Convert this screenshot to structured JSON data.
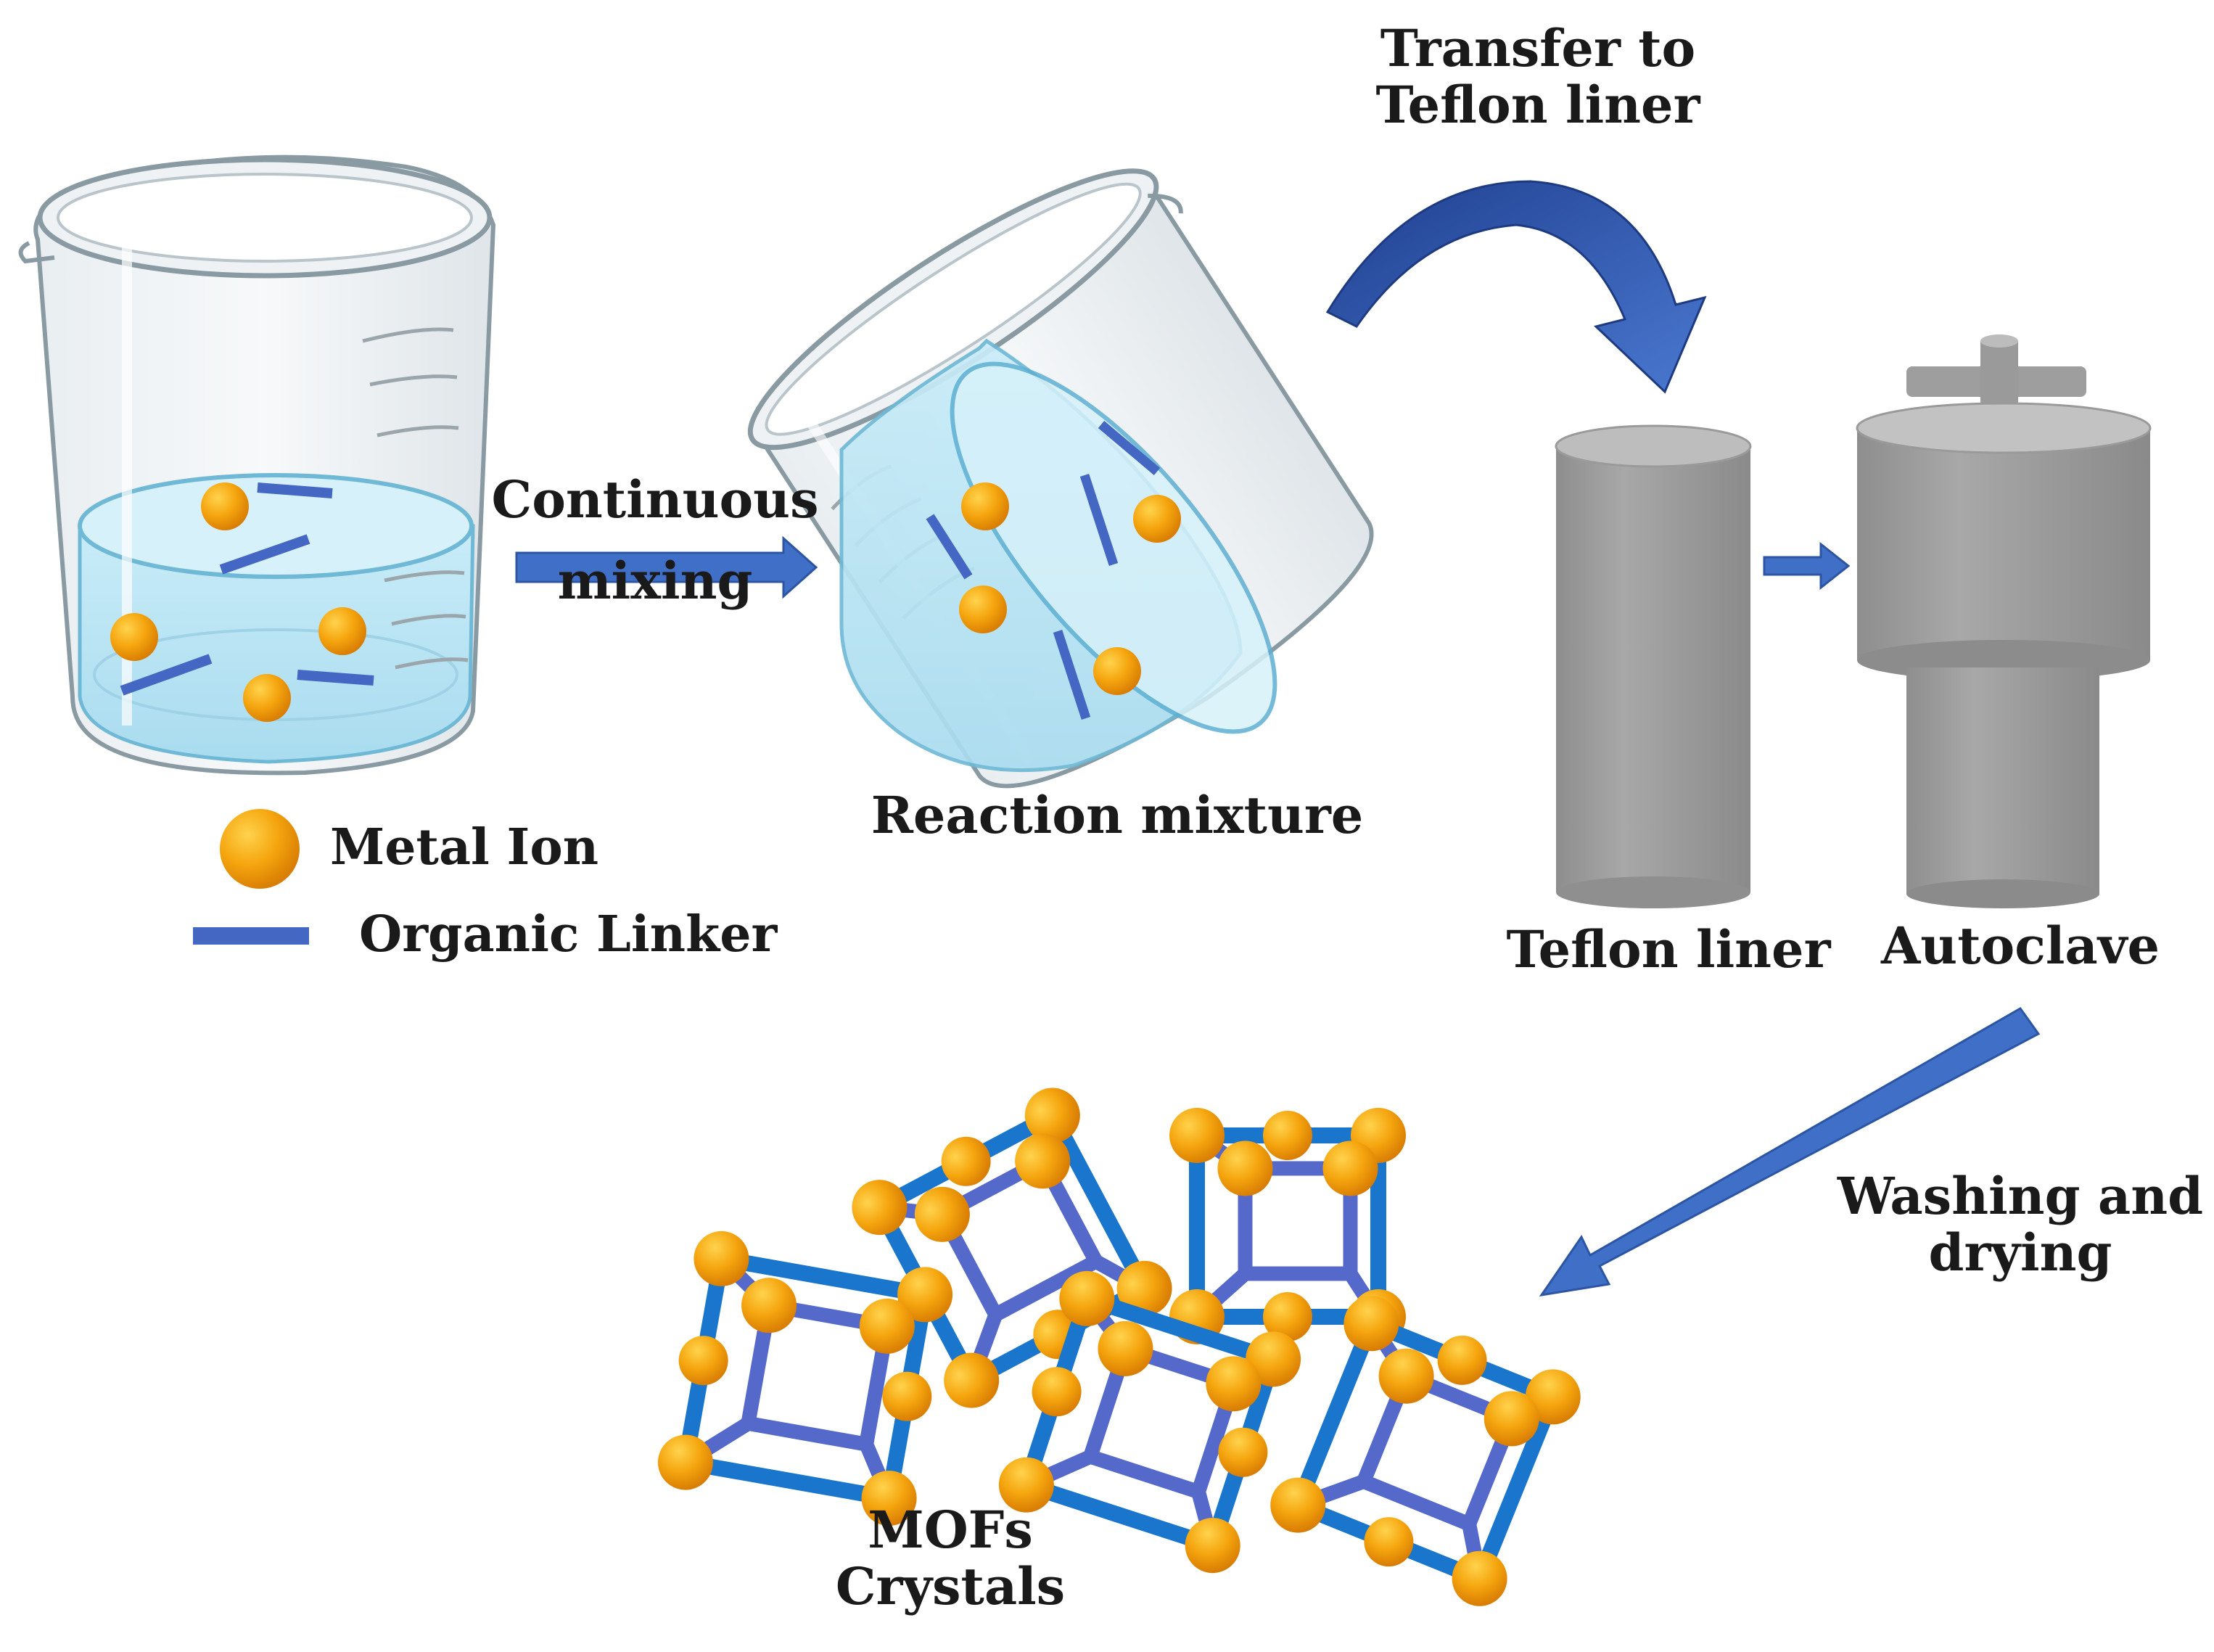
{
  "colors": {
    "metal_ion": "#f2a20c",
    "organic_linker": "#4467c4",
    "frame_outer": "#1976cc",
    "frame_inner": "#5469c9",
    "arrow": "#3f6fc6",
    "vessel_gray": "#a3a3a3",
    "liquid": "#bfe6f4",
    "text": "#1a1a1a"
  },
  "labels": {
    "continuous_mixing": {
      "line1": "Continuous",
      "line2": "mixing"
    },
    "transfer": {
      "line1": "Transfer to",
      "line2": "Teflon liner"
    },
    "reaction_mixture": "Reaction mixture",
    "teflon_liner": "Teflon liner",
    "autoclave": "Autoclave",
    "washing_drying": {
      "line1": "Washing and",
      "line2": "drying"
    },
    "mofs_crystals": {
      "line1": "MOFs",
      "line2": "Crystals"
    }
  },
  "legend": {
    "items": [
      {
        "label": "Metal Ion",
        "symbol": "orange-sphere"
      },
      {
        "label": "Organic Linker",
        "symbol": "blue-bar"
      }
    ]
  }
}
